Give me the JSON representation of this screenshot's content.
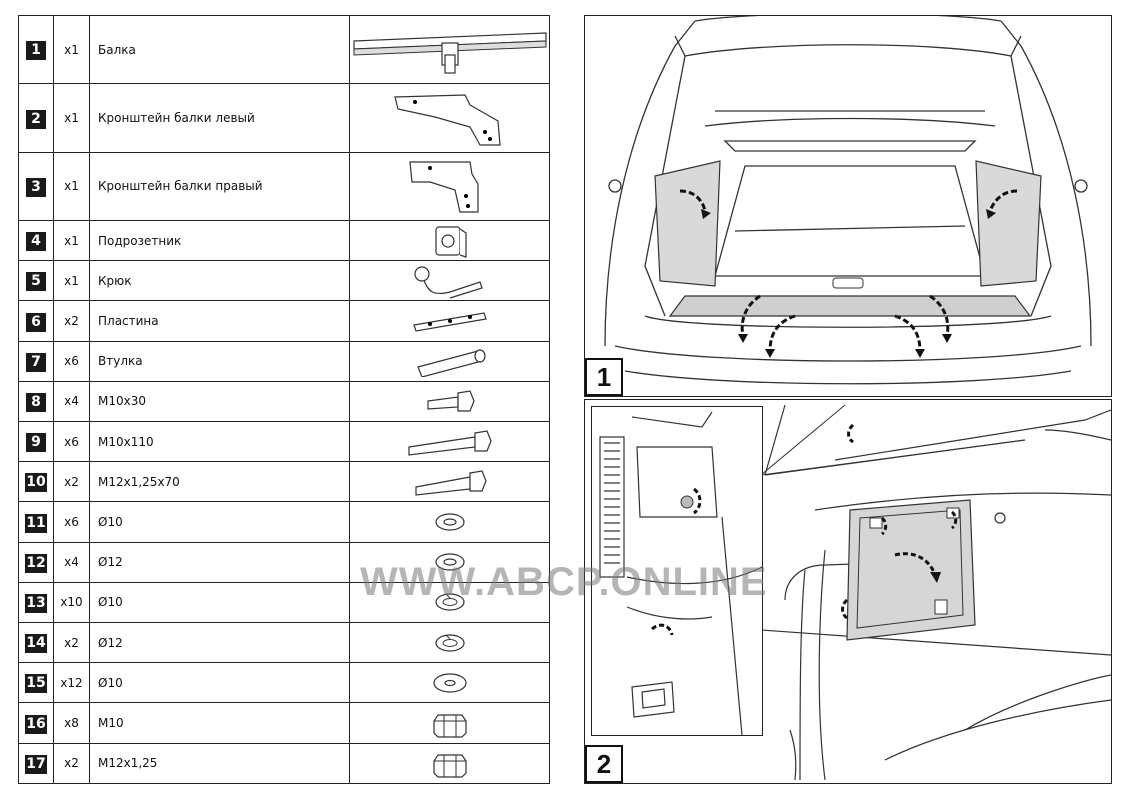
{
  "parts": [
    {
      "num": "1",
      "qty": "x1",
      "name": "Балка",
      "icon": "beam-icon"
    },
    {
      "num": "2",
      "qty": "x1",
      "name": "Кронштейн балки левый",
      "icon": "left-bracket-icon"
    },
    {
      "num": "3",
      "qty": "x1",
      "name": "Кронштейн балки правый",
      "icon": "right-bracket-icon"
    },
    {
      "num": "4",
      "qty": "x1",
      "name": "Подрозетник",
      "icon": "socket-plate-icon"
    },
    {
      "num": "5",
      "qty": "x1",
      "name": "Крюк",
      "icon": "tow-hook-icon"
    },
    {
      "num": "6",
      "qty": "x2",
      "name": "Пластина",
      "icon": "plate-icon"
    },
    {
      "num": "7",
      "qty": "x6",
      "name": "Втулка",
      "icon": "sleeve-icon"
    },
    {
      "num": "8",
      "qty": "x4",
      "name": "M10x30",
      "icon": "bolt-short-icon"
    },
    {
      "num": "9",
      "qty": "x6",
      "name": "M10x110",
      "icon": "bolt-long-icon"
    },
    {
      "num": "10",
      "qty": "x2",
      "name": "M12x1,25x70",
      "icon": "bolt-medium-icon"
    },
    {
      "num": "11",
      "qty": "x6",
      "name": "Ø10",
      "icon": "flat-washer-icon"
    },
    {
      "num": "12",
      "qty": "x4",
      "name": "Ø12",
      "icon": "flat-washer-icon"
    },
    {
      "num": "13",
      "qty": "x10",
      "name": "Ø10",
      "icon": "spring-washer-icon"
    },
    {
      "num": "14",
      "qty": "x2",
      "name": "Ø12",
      "icon": "spring-washer-icon"
    },
    {
      "num": "15",
      "qty": "x12",
      "name": "Ø10",
      "icon": "large-washer-icon"
    },
    {
      "num": "16",
      "qty": "x8",
      "name": "M10",
      "icon": "nut-icon"
    },
    {
      "num": "17",
      "qty": "x2",
      "name": "M12x1,25",
      "icon": "nut-icon"
    }
  ],
  "figures": {
    "fig1_label": "1",
    "fig2_label": "2"
  },
  "watermark": "WWW.ABCP.ONLINE",
  "colors": {
    "line": "#333333",
    "fill_gray": "#d6d6d6",
    "badge": "#1a1a1a"
  }
}
